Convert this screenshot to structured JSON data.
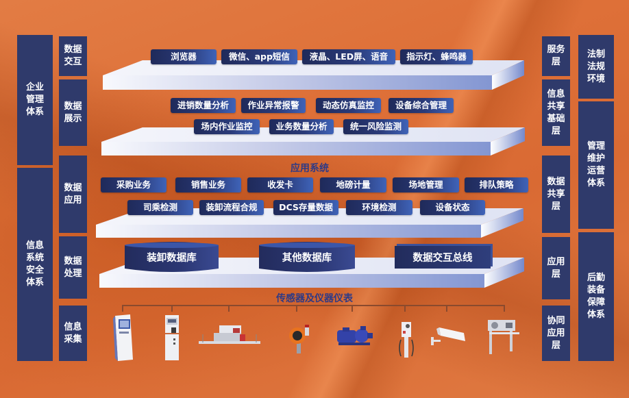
{
  "left_columns": {
    "outer": [
      {
        "label": "企业管理体系"
      },
      {
        "label": "信息系统安全体系"
      }
    ],
    "inner": [
      {
        "label": "数据交互"
      },
      {
        "label": "数据展示"
      },
      {
        "label": "数据应用"
      },
      {
        "label": "数据处理"
      },
      {
        "label": "信息采集"
      }
    ]
  },
  "right_columns": {
    "inner": [
      {
        "label": "服务层"
      },
      {
        "label": "信息共享基础层"
      },
      {
        "label": "数据共享层"
      },
      {
        "label": "应用层"
      },
      {
        "label": "协同应用层"
      }
    ],
    "outer": [
      {
        "label": "法制法规环境"
      },
      {
        "label": "管理维护运营体系"
      },
      {
        "label": "后勤装备保障体系"
      }
    ]
  },
  "layers": {
    "interaction": {
      "items": [
        "浏览器",
        "微信、app短信",
        "液晶、LED屏、语音",
        "指示灯、蜂鸣器"
      ]
    },
    "display": {
      "row1": [
        "进销数量分析",
        "作业异常报警",
        "动态仿真监控",
        "设备综合管理"
      ],
      "row2": [
        "场内作业监控",
        "业务数量分析",
        "统一风险监测"
      ]
    },
    "application": {
      "title": "应用系统",
      "row1": [
        "采购业务",
        "销售业务",
        "收发卡",
        "地磅计量",
        "场地管理",
        "排队策略"
      ],
      "row2": [
        "司乘检测",
        "装卸流程合规",
        "DCS存量数据",
        "环境检测",
        "设备状态"
      ]
    },
    "processing": {
      "databases": [
        "装卸数据库",
        "其他数据库"
      ],
      "bus": "数据交互总线"
    },
    "collection": {
      "title": "传感器及仪器仪表",
      "devices": [
        "kiosk-terminal",
        "card-dispenser",
        "truck-scale",
        "gas-detector",
        "pump",
        "loading-arm",
        "surveillance-camera",
        "gate-terminal"
      ]
    }
  },
  "colors": {
    "background": "#de7038",
    "panel": "#2f3a6b",
    "chip_start": "#1f2a5a",
    "chip_end": "#3f63b8",
    "platform_top": "#e8ebf7",
    "platform_front_end": "#8396d2",
    "title_text": "#2e3a86"
  }
}
